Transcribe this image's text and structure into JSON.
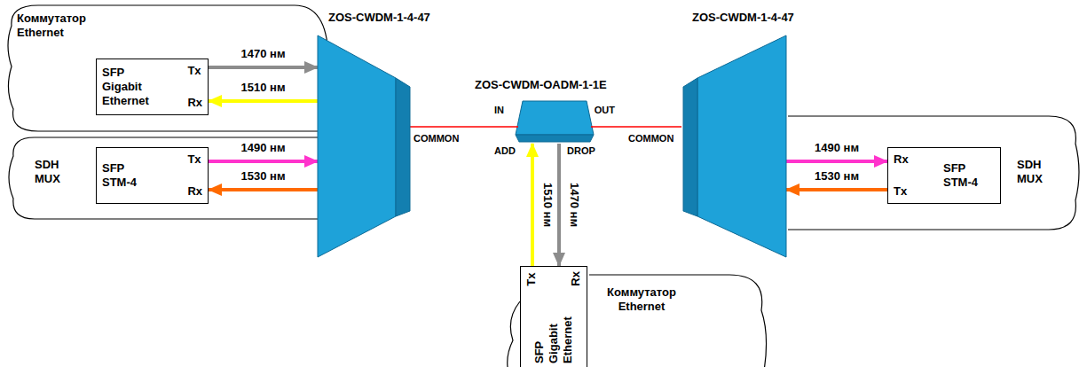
{
  "diagram": {
    "nodes": [
      {
        "text": [
          "Коммутатор Ethernet"
        ]
      },
      {
        "text": [
          "SFP Gigabit Ethernet",
          "Tx",
          "Rx"
        ],
        "in": 0
      },
      {
        "text": [
          "SDH MUX"
        ]
      },
      {
        "text": [
          "SFP STM-4",
          "Tx",
          "Rx"
        ],
        "in": 2
      },
      {
        "text": [
          "ZOS-CWDM-1-4-47",
          "COMMON"
        ]
      },
      {
        "text": [
          "ZOS-CWDM-OADM-1-1E",
          "IN",
          "OUT",
          "ADD",
          "DROP"
        ]
      },
      {
        "text": [
          "ZOS-CWDM-1-4-47",
          "COMMON"
        ]
      },
      {
        "text": [
          "SDH MUX"
        ]
      },
      {
        "text": [
          "SFP STM-4",
          "Rx",
          "Tx"
        ],
        "in": 7
      },
      {
        "text": [
          "Коммутатор Ethernet"
        ]
      },
      {
        "text": [
          "SFP Gigabit Ethernet",
          "Tx",
          "Rx"
        ],
        "in": 9
      }
    ],
    "edges": [
      {
        "from": 1,
        "to": 4,
        "label": "1470 нм",
        "arrow": "to"
      },
      {
        "from": 4,
        "to": 1,
        "label": "1510 нм",
        "arrow": "to"
      },
      {
        "from": 3,
        "to": 4,
        "label": "1490 нм",
        "arrow": "to"
      },
      {
        "from": 4,
        "to": 3,
        "label": "1530 нм",
        "arrow": "to"
      },
      {
        "from": 4,
        "to": 5,
        "arrow": "none"
      },
      {
        "from": 5,
        "to": 6,
        "arrow": "none"
      },
      {
        "from": 6,
        "to": 8,
        "label": "1490 нм",
        "arrow": "to"
      },
      {
        "from": 8,
        "to": 6,
        "label": "1530 нм",
        "arrow": "to"
      },
      {
        "from": 10,
        "to": 5,
        "label": "1510 нм",
        "arrow": "to"
      },
      {
        "from": 5,
        "to": 10,
        "label": "1470 нм",
        "arrow": "to"
      }
    ]
  }
}
